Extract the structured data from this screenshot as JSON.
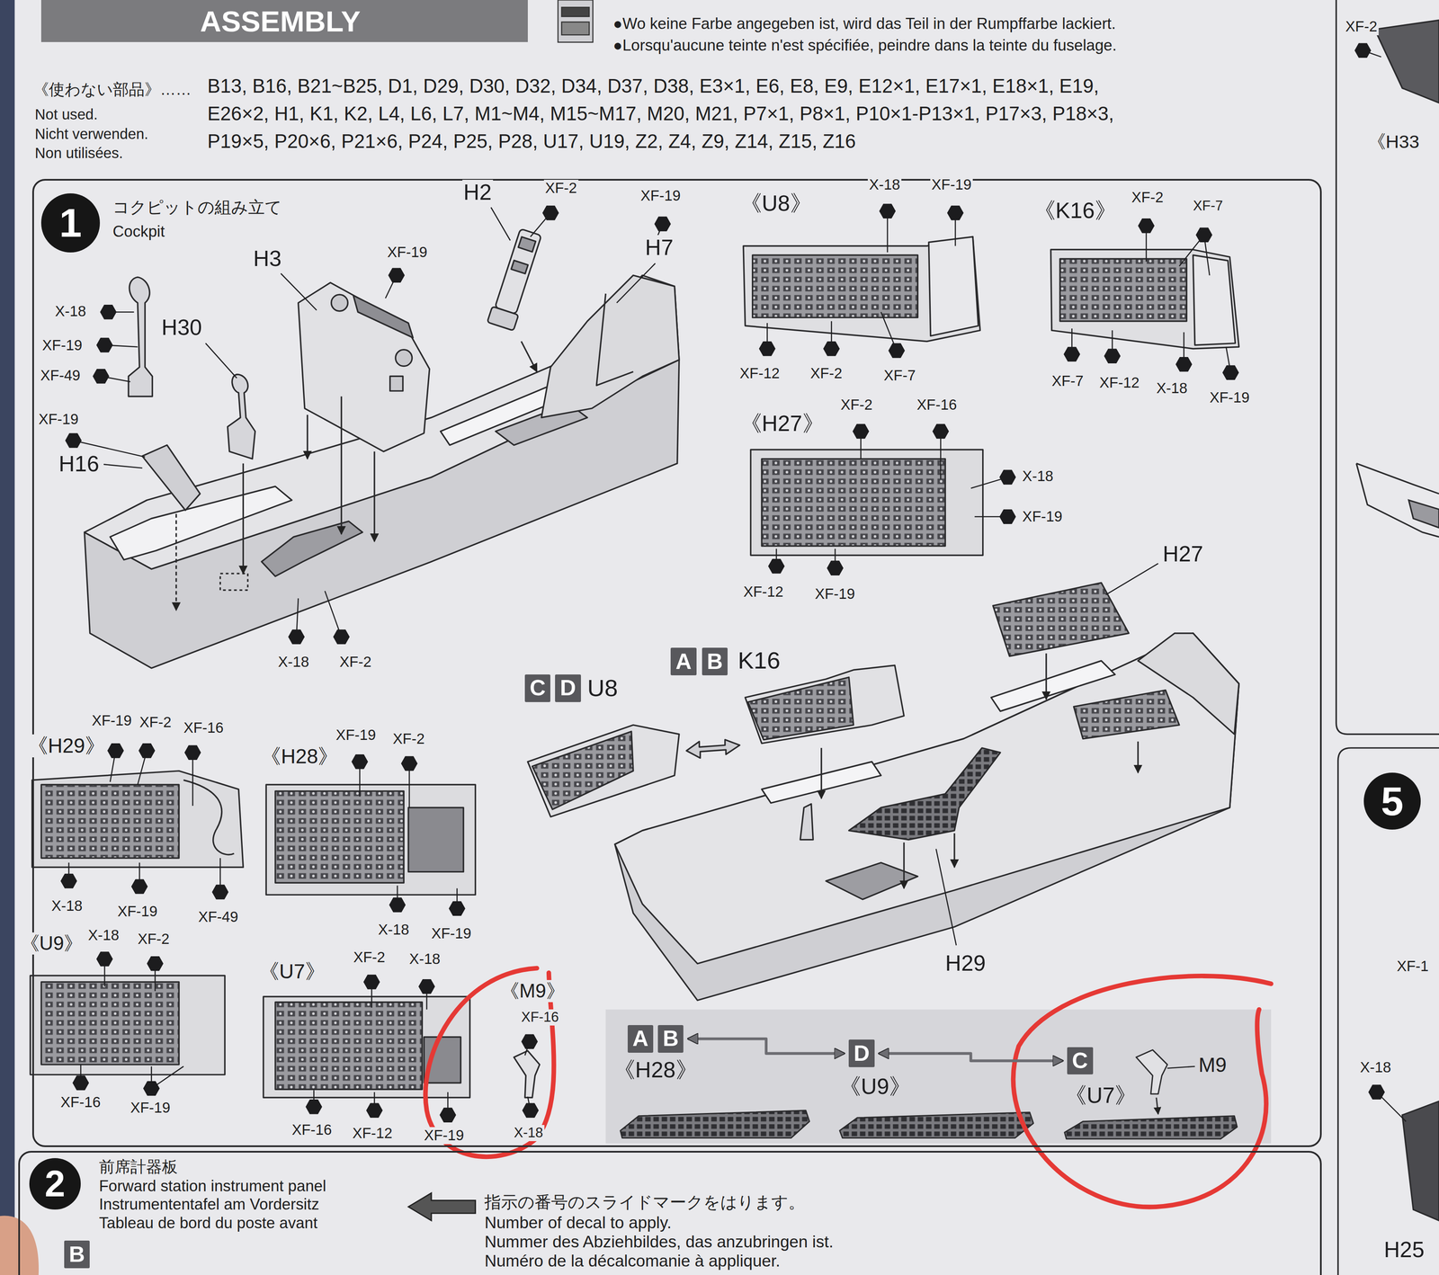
{
  "diagram": {
    "nodes": [
      {
        "text": [
          "ASSEMBLY"
        ]
      },
      {
        "text": [
          "コクピットの組み立て",
          "Cockpit"
        ]
      },
      {
        "text": [
          "1"
        ],
        "in": 1
      },
      {
        "text": [
          "A"
        ],
        "in": 1
      },
      {
        "text": [
          "B"
        ],
        "in": 1
      },
      {
        "text": [
          "C"
        ],
        "in": 1
      },
      {
        "text": [
          "D"
        ],
        "in": 1
      },
      {
        "text": [
          "A"
        ],
        "in": 1
      },
      {
        "text": [
          "B"
        ],
        "in": 1
      },
      {
        "text": [
          "D"
        ],
        "in": 1
      },
      {
        "text": [
          "C"
        ],
        "in": 1
      },
      {
        "text": [
          "前席計器板",
          "Forward station instrument panel",
          "Instrumententafel am Vordersitz",
          "Tableau de bord du poste avant"
        ]
      },
      {
        "text": [
          "2"
        ],
        "in": 11
      },
      {
        "text": [
          "B"
        ],
        "in": 11
      },
      {
        "text": [
          "5"
        ]
      }
    ],
    "edges": [
      {
        "from": 8,
        "to": 9,
        "arrow": "both"
      },
      {
        "from": 9,
        "to": 10,
        "arrow": "both"
      }
    ],
    "labels": [
      "●Wo keine Farbe angegeben ist, wird das Teil in der Rumpffarbe lackiert.",
      "●Lorsqu'aucune teinte n'est spécifiée, peindre dans la teinte du fuselage.",
      "《使わない部品》……",
      "B13, B16, B21~B25, D1, D29, D30, D32, D34, D37, D38, E3×1, E6, E8, E9, E12×1, E17×1, E18×1, E19,",
      "Not used.",
      "E26×2, H1, K1, K2, L4, L6, L7, M1~M4, M15~M17, M20, M21, P7×1, P8×1, P10×1-P13×1, P17×3, P18×3,",
      "Nicht verwenden.",
      "P19×5, P20×6, P21×6, P24, P25, P28, U17, U19, Z2, Z4, Z9, Z14, Z15, Z16",
      "Non utilisées.",
      "H2",
      "XF-2",
      "XF-19",
      "H7",
      "H3",
      "XF-19",
      "X-18",
      "H30",
      "XF-19",
      "XF-49",
      "XF-19",
      "H16",
      "X-18",
      "XF-2",
      "《U8》",
      "X-18",
      "XF-19",
      "《K16》",
      "XF-2",
      "XF-7",
      "XF-12",
      "XF-2",
      "XF-7",
      "XF-7",
      "XF-12",
      "X-18",
      "XF-19",
      "《H27》",
      "XF-2",
      "XF-16",
      "X-18",
      "XF-19",
      "XF-12",
      "XF-19",
      "H27",
      "K16",
      "U8",
      "《H29》",
      "XF-19",
      "XF-2",
      "XF-16",
      "X-18",
      "XF-19",
      "XF-49",
      "《H28》",
      "XF-19",
      "XF-2",
      "X-18",
      "XF-19",
      "H29",
      "《U9》",
      "X-18",
      "XF-2",
      "XF-16",
      "XF-19",
      "《U7》",
      "XF-2",
      "X-18",
      "XF-16",
      "XF-12",
      "XF-19",
      "《M9》",
      "XF-16",
      "X-18",
      "《H28》",
      "《U9》",
      "《U7》",
      "M9",
      "指示の番号のスライドマークをはります。",
      "Number of decal to apply.",
      "Nummer des Abziehbildes, das anzubringen ist.",
      "Numéro de la décalcomanie à appliquer.",
      "XF-2",
      "《H33",
      "XF-1",
      "X-18",
      "H25"
    ]
  }
}
